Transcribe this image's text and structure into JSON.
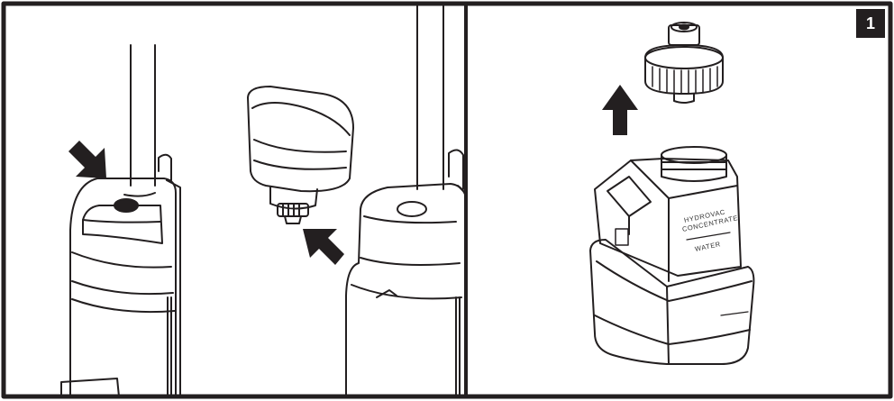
{
  "step_number": "1",
  "tank_labels": {
    "hydrovac": "HYDROVAC",
    "concentrate": "CONCENTRATE",
    "water": "WATER"
  },
  "colors": {
    "ink": "#231f20",
    "background": "#ffffff"
  },
  "icons": [
    "arrow-down-right-icon",
    "arrow-up-left-icon",
    "arrow-up-icon"
  ]
}
